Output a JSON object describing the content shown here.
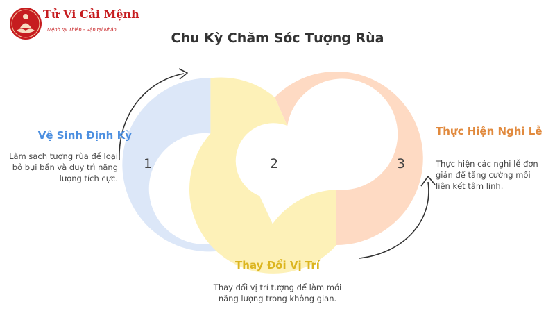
{
  "brand": {
    "name": "Tử Vi Cải Mệnh",
    "tagline": "Mệnh tại Thiên - Vận tại Nhân"
  },
  "diagram": {
    "title": "Chu Kỳ Chăm Sóc Tượng Rùa",
    "steps": [
      {
        "number": "1",
        "title": "Vệ Sinh Định Kỳ",
        "description": "Làm sạch tượng rùa để loại bỏ bụi bẩn và duy trì năng lượng tích cực.",
        "color": "#dce7f8"
      },
      {
        "number": "2",
        "title": "Thay Đổi Vị Trí",
        "description": "Thay đổi vị trí tượng để làm mới năng lượng trong không gian.",
        "color": "#fdf1b8"
      },
      {
        "number": "3",
        "title": "Thực Hiện Nghi Lễ",
        "description": "Thực hiện các nghi lễ đơn giản để tăng cường mối liên kết tâm linh.",
        "color": "#fedac3"
      }
    ]
  },
  "colors": {
    "brand_red": "#c61c1f",
    "step1_title": "#4c8fe0",
    "step2_title": "#dcb51f",
    "step3_title": "#e18a3e",
    "arrow": "#333333"
  },
  "icons": {
    "logo": "buddha-lotus-icon",
    "arrows": "curved-arrow-icon"
  }
}
